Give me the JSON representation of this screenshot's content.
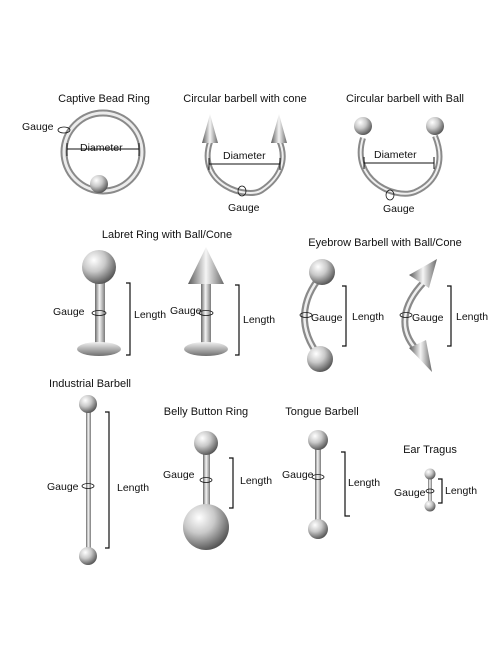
{
  "diagram": {
    "captive_bead_ring": {
      "title": "Captive Bead Ring",
      "gauge": "Gauge",
      "diameter": "Diameter"
    },
    "circular_barbell_cone": {
      "title": "Circular barbell with cone",
      "gauge": "Gauge",
      "diameter": "Diameter"
    },
    "circular_barbell_ball": {
      "title": "Circular barbell with Ball",
      "gauge": "Gauge",
      "diameter": "Diameter"
    },
    "labret_ring": {
      "title": "Labret Ring with Ball/Cone",
      "gauge_1": "Gauge",
      "length_1": "Length",
      "gauge_2": "Gauge",
      "length_2": "Length"
    },
    "eyebrow_barbell": {
      "title": "Eyebrow Barbell with Ball/Cone",
      "gauge_1": "Gauge",
      "length_1": "Length",
      "gauge_2": "Gauge",
      "length_2": "Length"
    },
    "industrial_barbell": {
      "title": "Industrial Barbell",
      "gauge": "Gauge",
      "length": "Length"
    },
    "belly_button_ring": {
      "title": "Belly Button Ring",
      "gauge": "Gauge",
      "length": "Length"
    },
    "tongue_barbell": {
      "title": "Tongue Barbell",
      "gauge": "Gauge",
      "length": "Length"
    },
    "ear_tragus": {
      "title": "Ear Tragus",
      "gauge": "Gauge",
      "length": "Length"
    }
  },
  "colors": {
    "metal_light": "#f2f2f2",
    "metal_mid": "#b9b9b9",
    "metal_dark": "#5c5c5c",
    "line": "#111111"
  }
}
